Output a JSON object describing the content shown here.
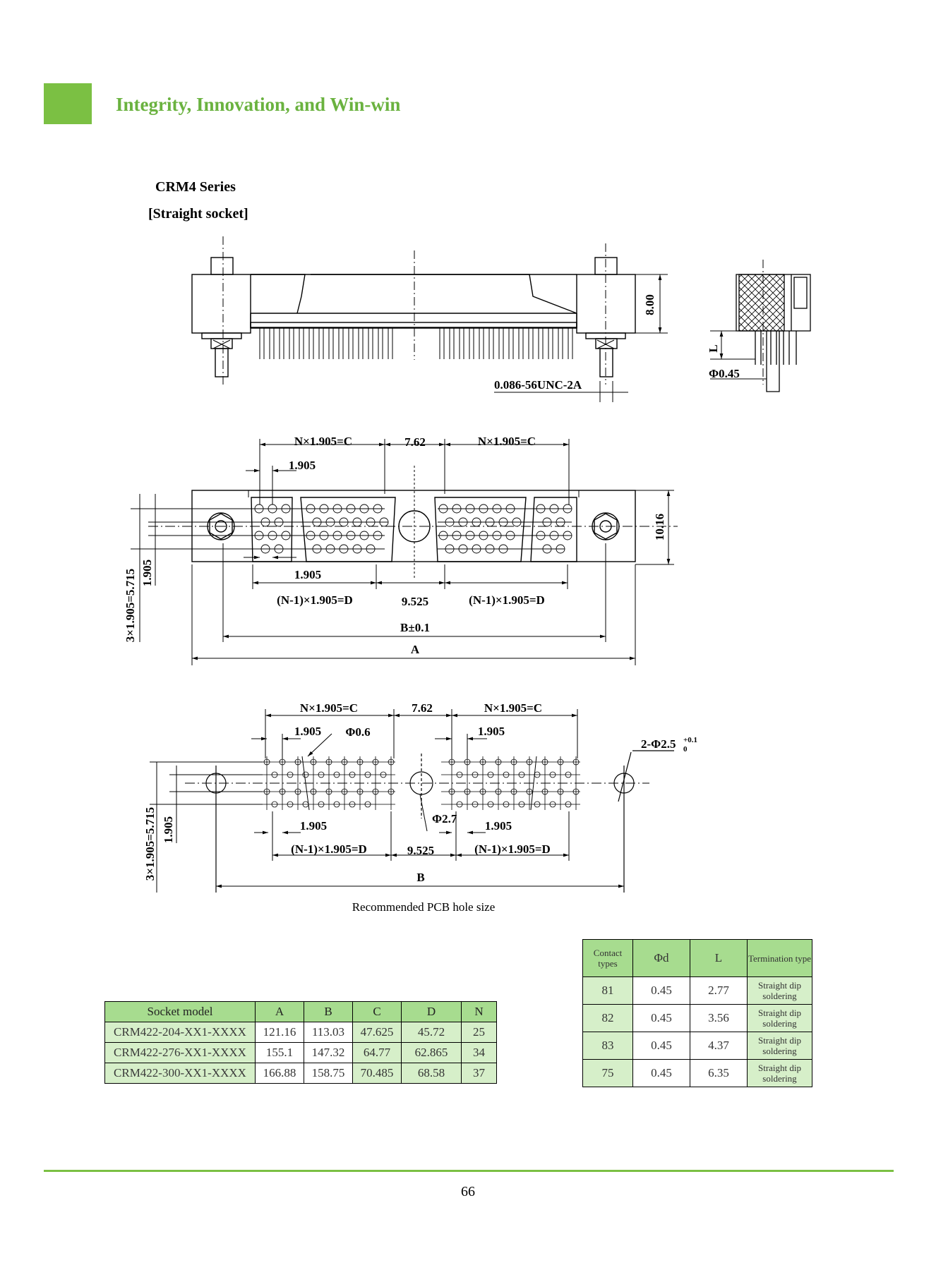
{
  "header": {
    "tagline": "Integrity, Innovation, and Win-win",
    "accent_color": "#7bc043"
  },
  "series": {
    "title": "CRM4 Series",
    "subtitle": "[Straight socket]"
  },
  "drawing_top": {
    "height": "8.00",
    "thread": "0.086-56UNC-2A",
    "pin_len": "L",
    "pin_dia": "Φ0.45"
  },
  "drawing_mid": {
    "pitch_c": "N×1.905=C",
    "gap": "7.62",
    "pitch": "1.905",
    "pitch_bottom": "1.905",
    "pitch_d": "(N-1)×1.905=D",
    "gap2": "9.525",
    "b": "B±0.1",
    "a": "A",
    "height": "10.16",
    "rows": "3×1.905=5.715",
    "row_pitch": "1.905"
  },
  "drawing_pcb": {
    "pitch_c": "N×1.905=C",
    "gap": "7.62",
    "pitch": "1.905",
    "hole": "Φ0.6",
    "mount_hole": "2-Φ2.5",
    "tol_upper": "+0.1",
    "tol_lower": "0",
    "center_hole": "Φ2.7",
    "pitch_d": "(N-1)×1.905=D",
    "gap2": "9.525",
    "b": "B",
    "rows": "3×1.905=5.715",
    "row_pitch": "1.905",
    "pitch_bottom": "1.905",
    "caption": "Recommended PCB hole size"
  },
  "socket_table": {
    "headers": [
      "Socket model",
      "A",
      "B",
      "C",
      "D",
      "N"
    ],
    "rows": [
      [
        "CRM422-204-XX1-XXXX",
        "121.16",
        "113.03",
        "47.625",
        "45.72",
        "25"
      ],
      [
        "CRM422-276-XX1-XXXX",
        "155.1",
        "147.32",
        "64.77",
        "62.865",
        "34"
      ],
      [
        "CRM422-300-XX1-XXXX",
        "166.88",
        "158.75",
        "70.485",
        "68.58",
        "37"
      ]
    ]
  },
  "contact_table": {
    "headers": [
      "Contact types",
      "Φd",
      "L",
      "Termination type"
    ],
    "rows": [
      [
        "81",
        "0.45",
        "2.77",
        "Straight dip soldering"
      ],
      [
        "82",
        "0.45",
        "3.56",
        "Straight dip soldering"
      ],
      [
        "83",
        "0.45",
        "4.37",
        "Straight dip soldering"
      ],
      [
        "75",
        "0.45",
        "6.35",
        "Straight dip soldering"
      ]
    ]
  },
  "footer": {
    "page_number": "66"
  }
}
